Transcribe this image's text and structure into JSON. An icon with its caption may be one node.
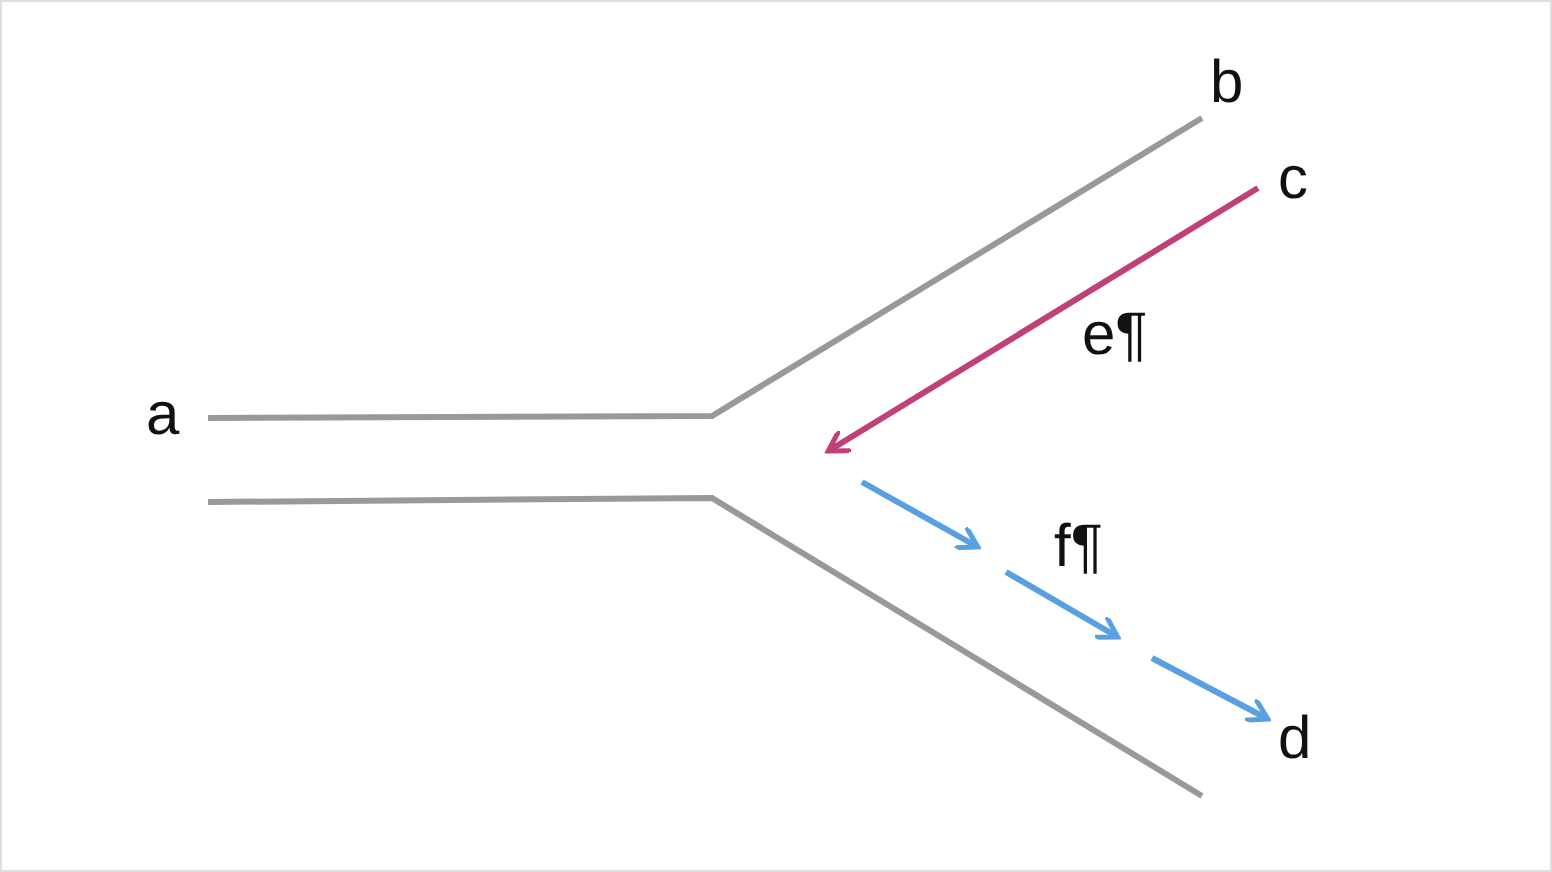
{
  "diagram": {
    "labels": [
      "b",
      "c",
      "e¶",
      "a",
      "f¶",
      "d"
    ]
  }
}
